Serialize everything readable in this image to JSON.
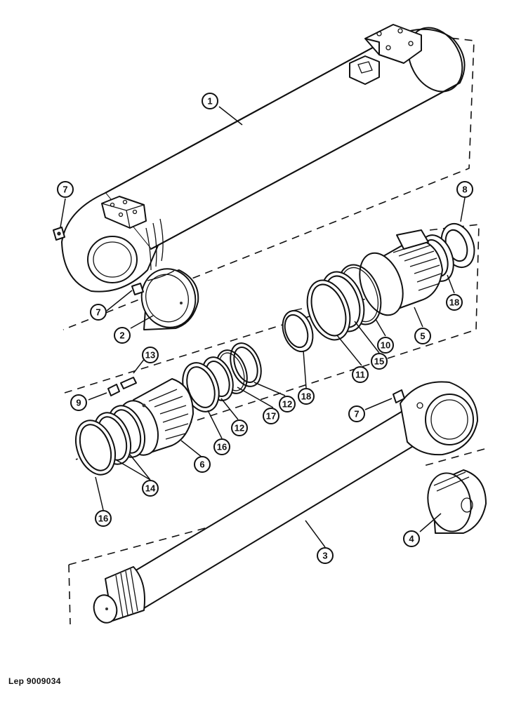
{
  "drawing": {
    "reference_code": "Lep 9009034",
    "callouts": [
      {
        "id": "c1",
        "label": "1"
      },
      {
        "id": "c7a",
        "label": "7"
      },
      {
        "id": "c7b",
        "label": "7"
      },
      {
        "id": "c2",
        "label": "2"
      },
      {
        "id": "c8",
        "label": "8"
      },
      {
        "id": "c18a",
        "label": "18"
      },
      {
        "id": "c5",
        "label": "5"
      },
      {
        "id": "c10",
        "label": "10"
      },
      {
        "id": "c15",
        "label": "15"
      },
      {
        "id": "c11",
        "label": "11"
      },
      {
        "id": "c18b",
        "label": "18"
      },
      {
        "id": "c13",
        "label": "13"
      },
      {
        "id": "c9",
        "label": "9"
      },
      {
        "id": "c12a",
        "label": "12"
      },
      {
        "id": "c17",
        "label": "17"
      },
      {
        "id": "c12b",
        "label": "12"
      },
      {
        "id": "c16a",
        "label": "16"
      },
      {
        "id": "c6",
        "label": "6"
      },
      {
        "id": "c14",
        "label": "14"
      },
      {
        "id": "c16b",
        "label": "16"
      },
      {
        "id": "c7c",
        "label": "7"
      },
      {
        "id": "c4",
        "label": "4"
      },
      {
        "id": "c3",
        "label": "3"
      }
    ]
  }
}
